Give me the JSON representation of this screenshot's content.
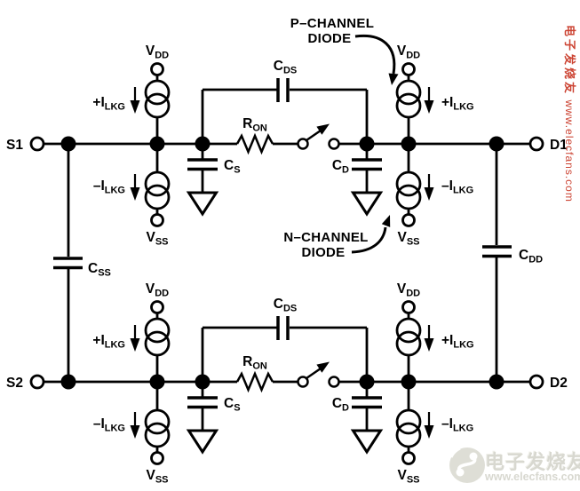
{
  "diagram": {
    "terminals": {
      "s1": "S1",
      "d1": "D1",
      "s2": "S2",
      "d2": "D2"
    },
    "supplies": {
      "vdd": {
        "main": "V",
        "sub": "DD"
      },
      "vss": {
        "main": "V",
        "sub": "SS"
      }
    },
    "currents": {
      "ilkg_plus": {
        "main": "+I",
        "sub": "LKG"
      },
      "ilkg_minus": {
        "main": "–I",
        "sub": "LKG"
      }
    },
    "components": {
      "cds": {
        "main": "C",
        "sub": "DS"
      },
      "ron": {
        "main": "R",
        "sub": "ON"
      },
      "cs": {
        "main": "C",
        "sub": "S"
      },
      "cd": {
        "main": "C",
        "sub": "D"
      },
      "css": {
        "main": "C",
        "sub": "SS"
      },
      "cdd": {
        "main": "C",
        "sub": "DD"
      }
    },
    "annotations": {
      "p_channel_diode": {
        "line1": "P–CHANNEL",
        "line2": "DIODE"
      },
      "n_channel_diode": {
        "line1": "N–CHANNEL",
        "line2": "DIODE"
      }
    },
    "ink_color": "#000000",
    "background_color": "#ffffff"
  },
  "watermarks": {
    "corner": {
      "brand": "电子发烧友",
      "url": "www.elecfans.com",
      "color": "#d8d8d0"
    },
    "edge": {
      "brand": "电子发烧友",
      "url": "www.elecfans.com",
      "color": "#cc4433"
    }
  }
}
